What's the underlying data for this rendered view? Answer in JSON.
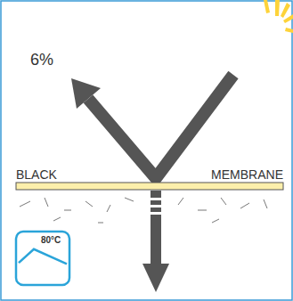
{
  "diagram": {
    "nodes": [
      {
        "text": [
          "80°C"
        ]
      }
    ],
    "labels": [
      "6%",
      "BLACK",
      "MEMBRANE"
    ]
  }
}
